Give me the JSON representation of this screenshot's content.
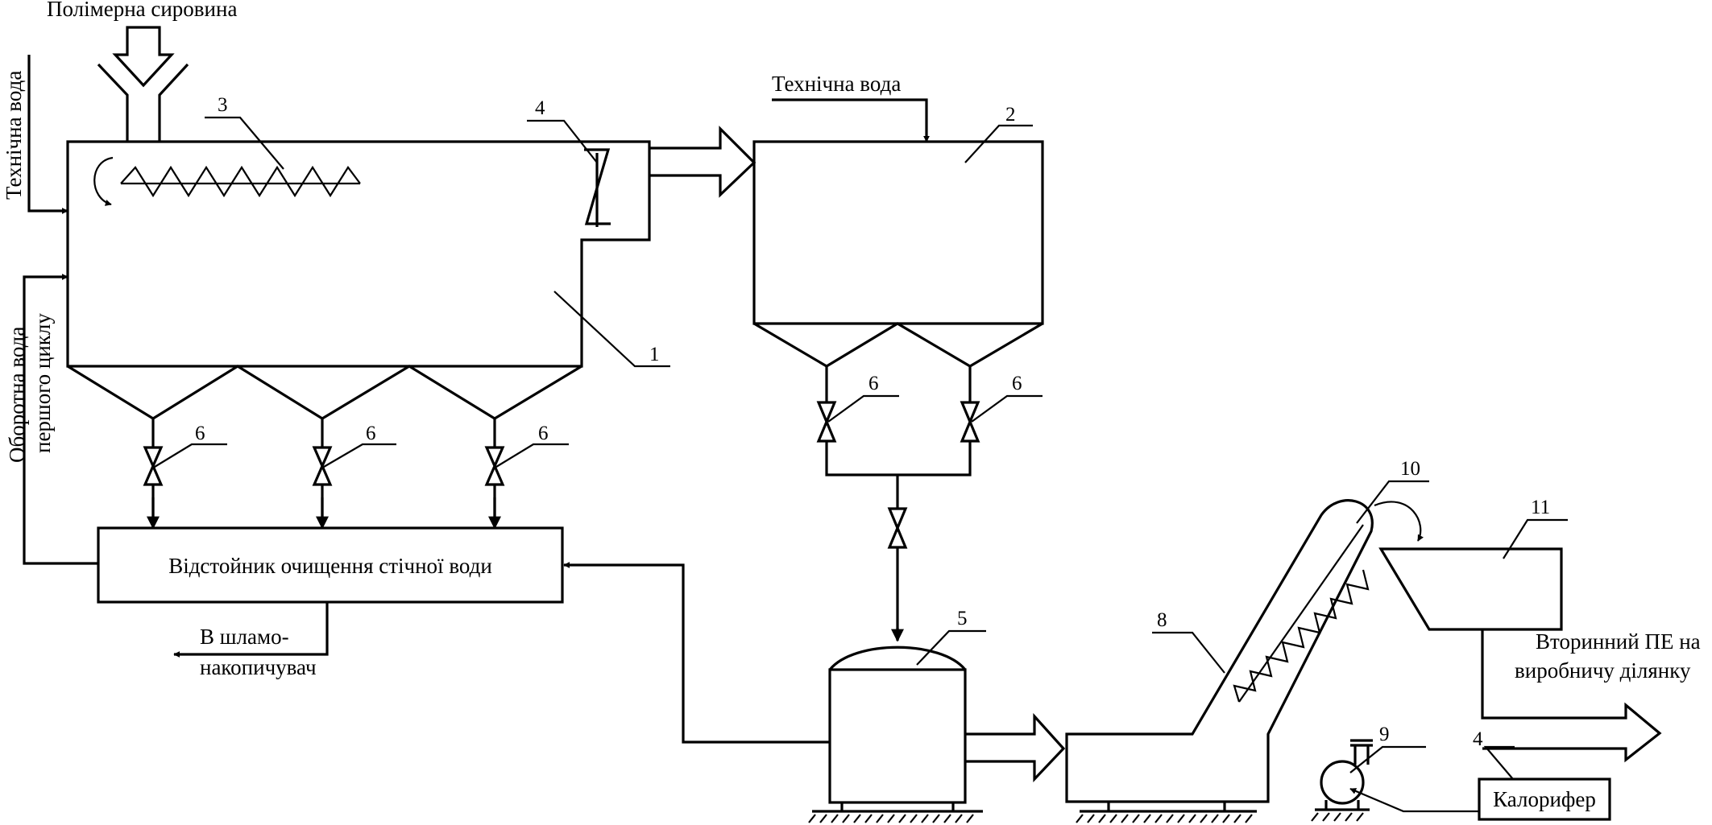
{
  "labels": {
    "raw_material": "Полімерна сировина",
    "tech_water_side": "Технічна вода",
    "tech_water_top": "Технічна вода",
    "recycled_water_line1": "Оборотна вода",
    "recycled_water_line2": "першого циклу",
    "settling_tank": "Відстойник очищення стічної води",
    "sludge_line1": "В шламо-",
    "sludge_line2": "накопичувач",
    "output_line1": "Вторинний ПЕ на",
    "output_line2": "виробничу ділянку",
    "heater": "Калорифер"
  },
  "numbers": {
    "flotation_tank": "1",
    "settler": "2",
    "screw": "3",
    "agitator": "4",
    "heater": "4",
    "centrifuge": "5",
    "valve": "6",
    "conveyor": "8",
    "fan": "9",
    "inclined_screw": "10",
    "bunker": "11"
  }
}
